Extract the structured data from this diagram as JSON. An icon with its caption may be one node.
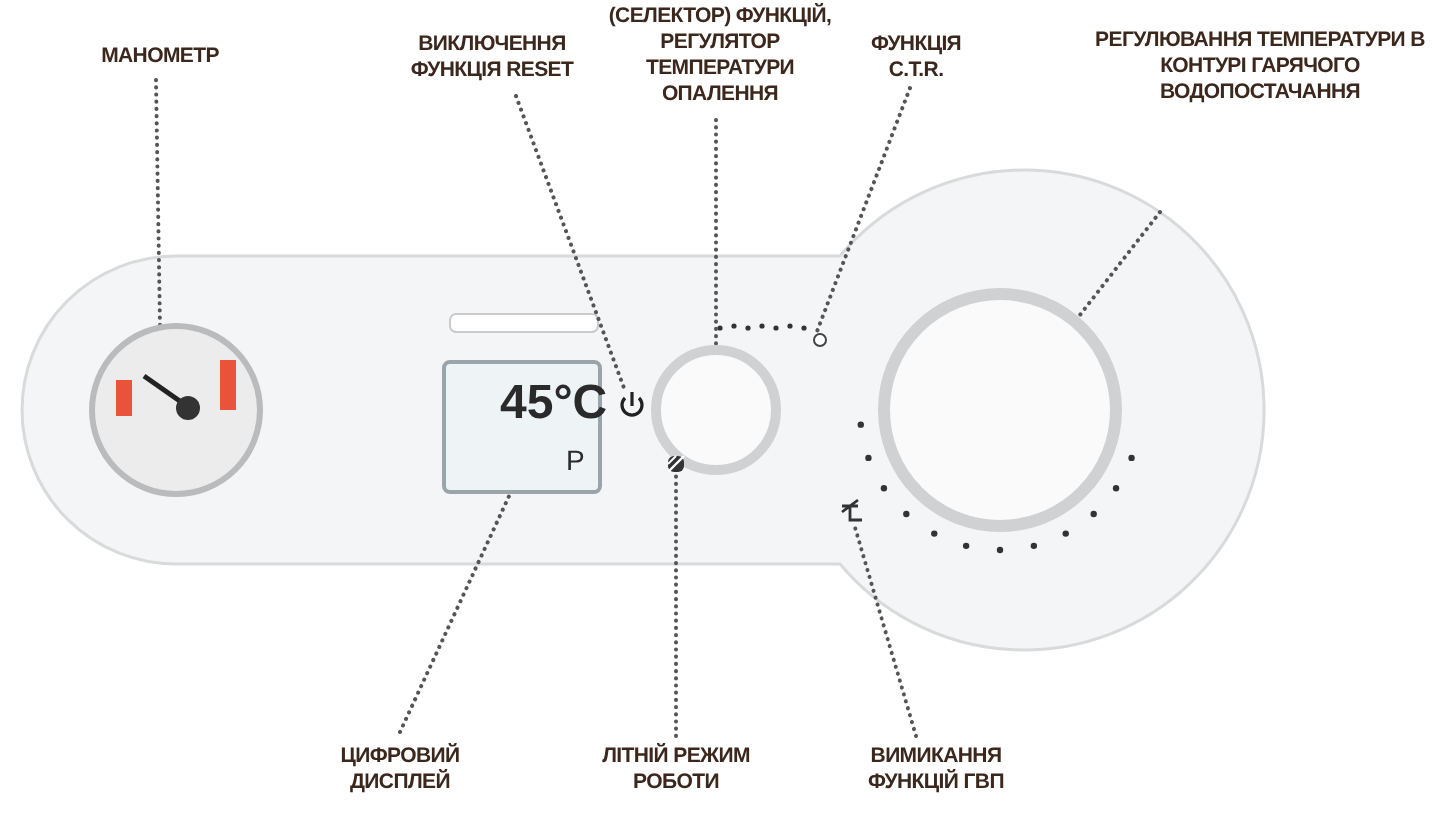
{
  "diagram": {
    "nodes": [
      {
        "text": [
          "МАНОМЕТР"
        ]
      },
      {
        "text": [
          "ВИКЛЮЧЕННЯ ФУНКЦІЯ RESET"
        ]
      },
      {
        "text": [
          "(СЕЛЕКТОР) ФУНКЦІЙ, РЕГУЛЯТОР ТЕМПЕРАТУРИ ОПАЛЕННЯ"
        ]
      },
      {
        "text": [
          "ФУНКЦІЯ C.T.R."
        ]
      },
      {
        "text": [
          "РЕГУЛЮВАННЯ ТЕМПЕРАТУРИ В КОНТУРІ ГАРЯЧОГО ВОДОПОСТАЧАННЯ"
        ]
      },
      {
        "text": [
          "ЦИФРОВИЙ ДИСПЛЕЙ"
        ]
      },
      {
        "text": [
          "ЛІТНІЙ РЕЖИМ РОБОТИ"
        ]
      },
      {
        "text": [
          "ВИМИКАННЯ ФУНКЦІЙ ГВП"
        ]
      },
      {
        "text": [],
        "shape": "picture"
      },
      {
        "text": [],
        "shape": "picture"
      },
      {
        "text": [],
        "shape": "circle"
      },
      {
        "text": [],
        "shape": "circle"
      },
      {
        "text": [],
        "shape": "circle"
      },
      {
        "text": [],
        "shape": "box"
      },
      {
        "text": [],
        "shape": "box"
      },
      {
        "text": [],
        "shape": "picture"
      }
    ],
    "edges": [
      {
        "from": 0,
        "to": 8,
        "arrow": "none",
        "style": "dashed"
      },
      {
        "from": 1,
        "to": 9,
        "arrow": "none",
        "style": "dashed"
      },
      {
        "from": 2,
        "to": 10,
        "arrow": "none",
        "style": "dashed"
      },
      {
        "from": 3,
        "to": 11,
        "arrow": "none",
        "style": "dashed"
      },
      {
        "from": 4,
        "to": 12,
        "arrow": "none",
        "style": "dashed"
      },
      {
        "from": 5,
        "to": 13,
        "arrow": "none",
        "style": "dashed"
      },
      {
        "from": 6,
        "to": 14,
        "arrow": "none",
        "style": "dashed"
      },
      {
        "from": 7,
        "to": 15,
        "arrow": "none",
        "style": "dashed"
      }
    ],
    "labels": [
      "45°C",
      "P"
    ]
  }
}
